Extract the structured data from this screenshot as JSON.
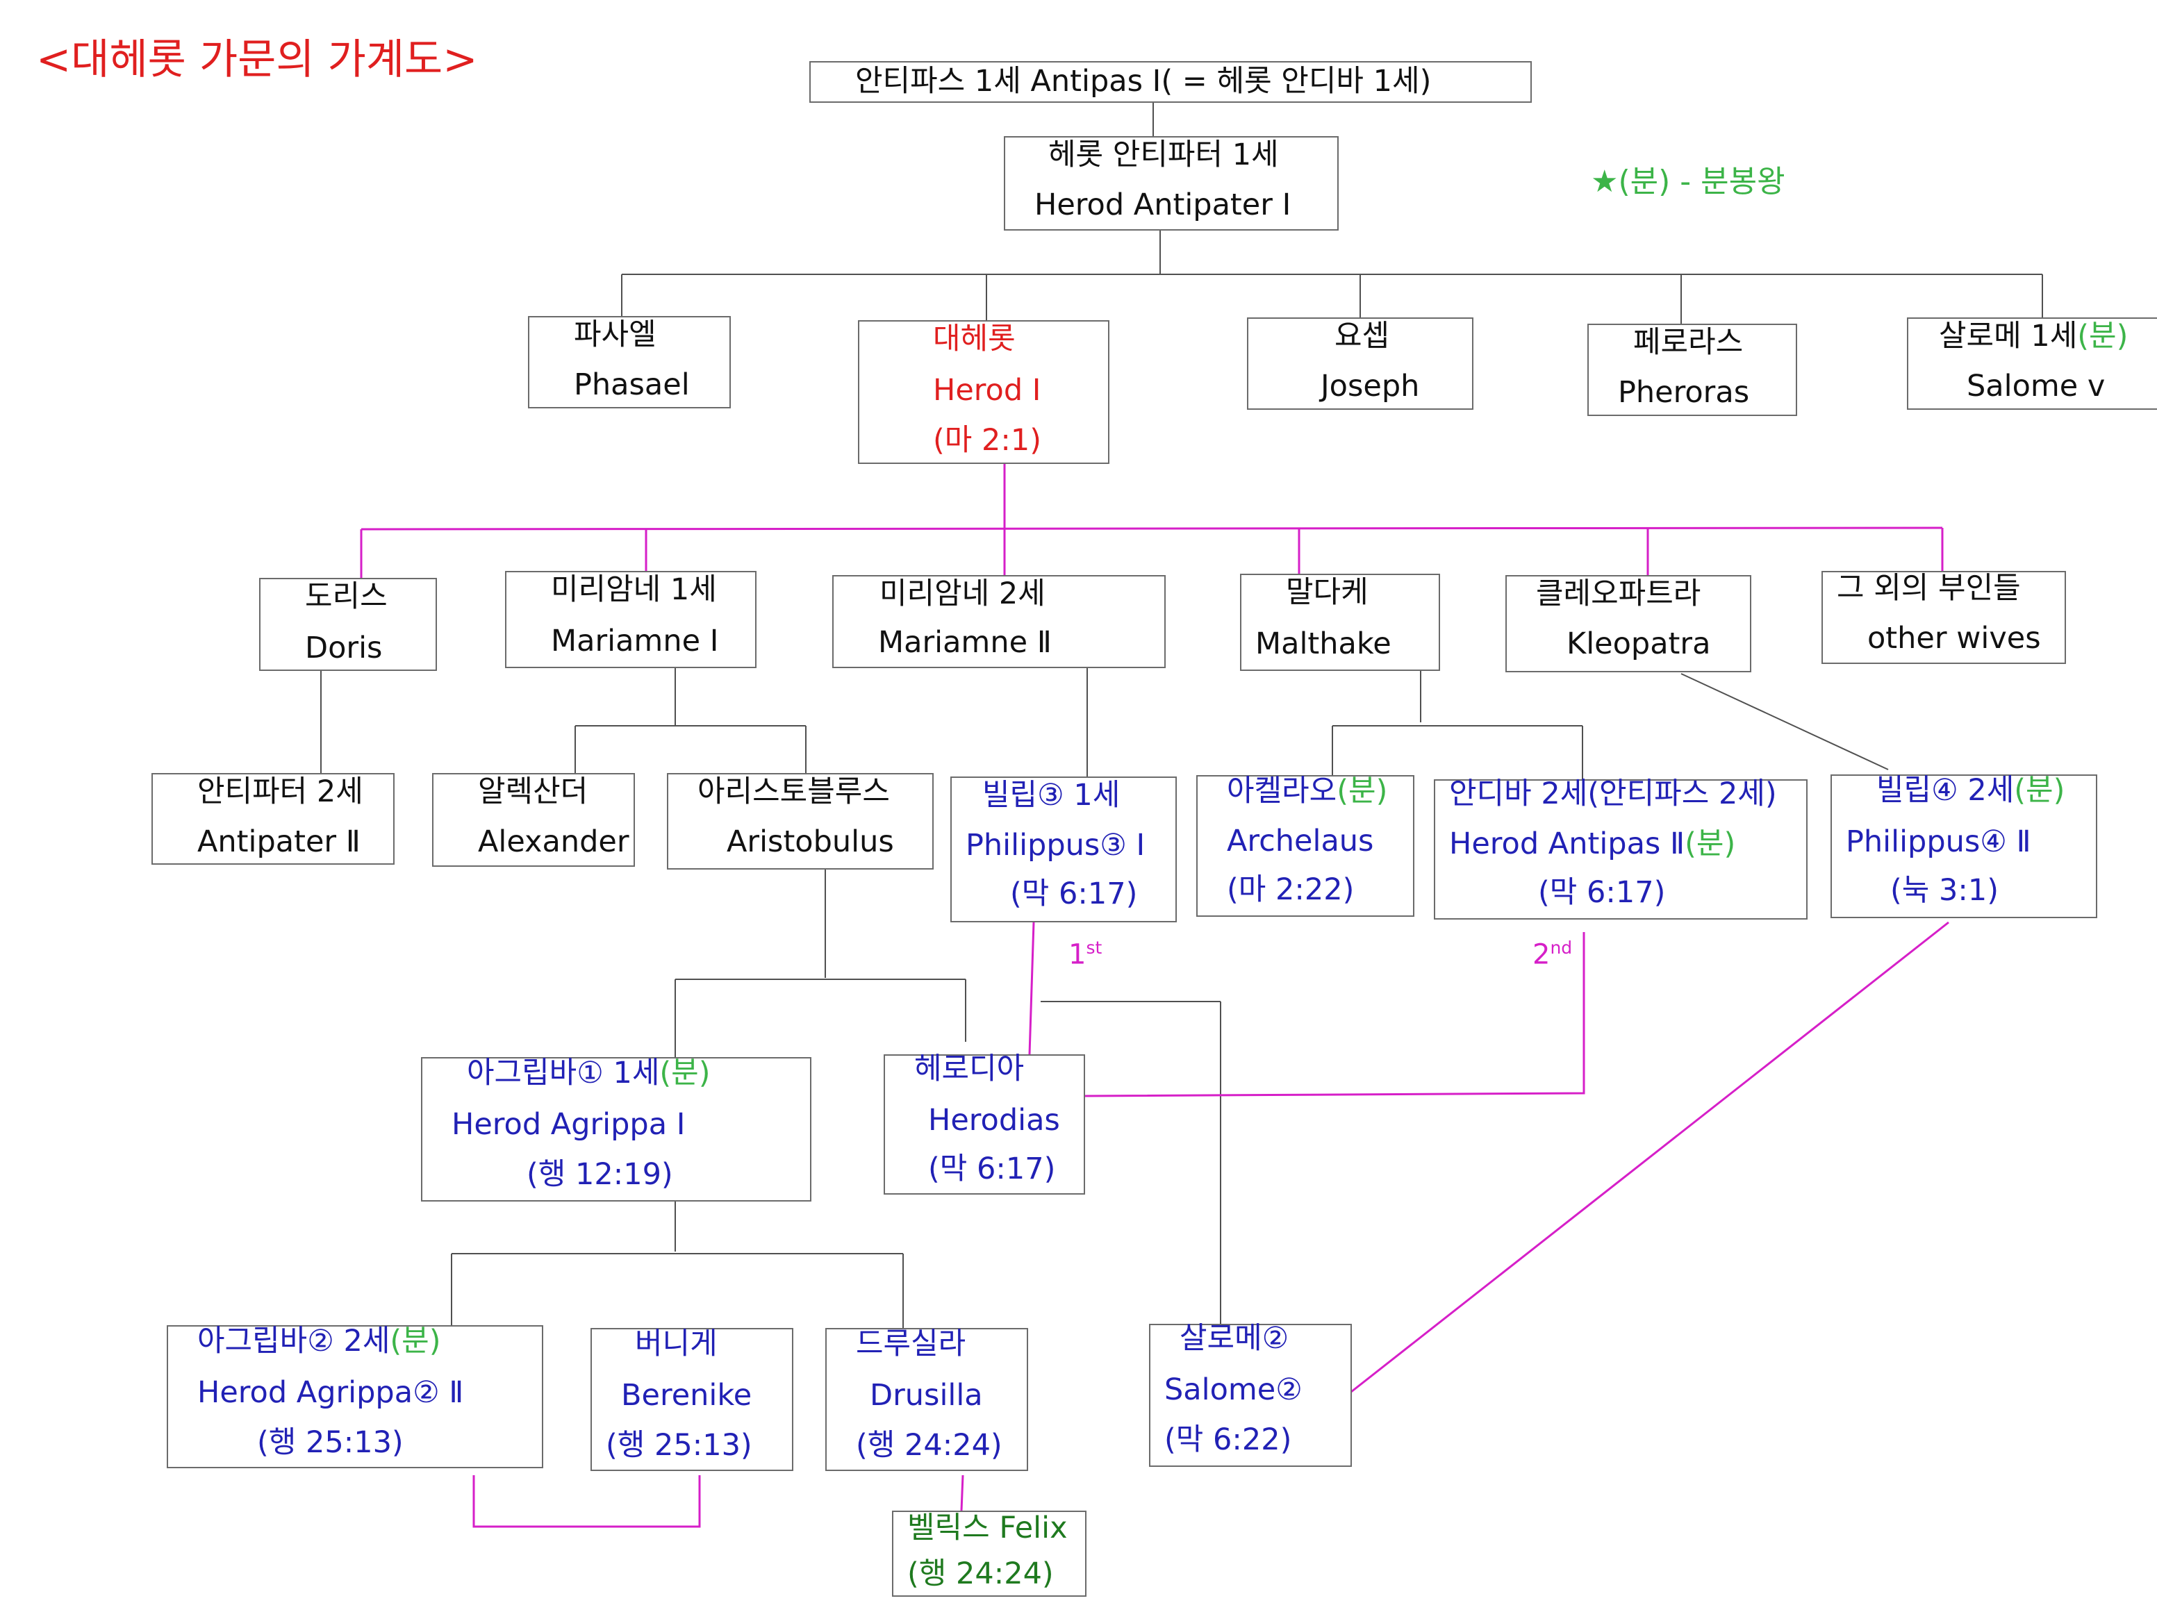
{
  "title": "<대헤롯 가문의 가계도>",
  "legend": "★(분) - 분봉왕",
  "marriage_notes": {
    "first": "1",
    "first_sup": "st",
    "second": "2",
    "second_sup": "nd"
  },
  "colors": {
    "title": "#e01f1f",
    "herod": "#e01f1f",
    "tetrarch_mark": "#3cb448",
    "descendant": "#2121b5",
    "felix": "#1f7a1f",
    "marriage_line": "#d61fc8",
    "line": "#505050"
  },
  "people": {
    "antipas1": {
      "l1": "안티파스 1세 Antipas Ⅰ( = 헤롯 안디바 1세)"
    },
    "antipater1": {
      "l1": "헤롯 안티파터 1세",
      "l2": "Herod Antipater Ⅰ"
    },
    "phasael": {
      "l1": "파사엘",
      "l2": "Phasael"
    },
    "herod1": {
      "l1": "대헤롯",
      "l2": "Herod Ⅰ",
      "l3": "(마 2:1)"
    },
    "joseph": {
      "l1": "요셉",
      "l2": "Joseph"
    },
    "pheroras": {
      "l1": "페로라스",
      "l2": "Pheroras"
    },
    "salome1": {
      "l1": "살로메 1세",
      "mark": "(분)",
      "l2": "Salome v"
    },
    "doris": {
      "l1": "도리스",
      "l2": "Doris"
    },
    "mariamne1": {
      "l1": "미리암네 1세",
      "l2": "Mariamne Ⅰ"
    },
    "mariamne2": {
      "l1": "미리암네 2세",
      "l2": "Mariamne Ⅱ"
    },
    "malthake": {
      "l1": "말다케",
      "l2": "Malthake"
    },
    "kleopatra": {
      "l1": "클레오파트라",
      "l2": "Kleopatra"
    },
    "otherwives": {
      "l1": "그 외의 부인들",
      "l2": "other wives"
    },
    "antipater2": {
      "l1": "안티파터 2세",
      "l2": "Antipater Ⅱ"
    },
    "alexander": {
      "l1": "알렉산더",
      "l2": "Alexander"
    },
    "aristobulus": {
      "l1": "아리스토블루스",
      "l2": "Aristobulus"
    },
    "philippus1": {
      "l1": "빌립③ 1세",
      "l2": "Philippus③ Ⅰ",
      "l3": "(막 6:17)"
    },
    "archelaus": {
      "l1": "아켈라오",
      "mark": "(분)",
      "l2": "Archelaus",
      "l3": "(마 2:22)"
    },
    "antipas2": {
      "l1": "안디바 2세(안티파스 2세)",
      "l2": "Herod Antipas Ⅱ",
      "mark": "(분)",
      "l3": "(막 6:17)"
    },
    "philippus2": {
      "l1": "빌립④ 2세",
      "mark": "(분)",
      "l2": "Philippus④ Ⅱ",
      "l3": "(눅 3:1)"
    },
    "agrippa1": {
      "l1": "아그립바① 1세",
      "mark": "(분)",
      "l2": "Herod Agrippa Ⅰ",
      "l3": "(행 12:19)"
    },
    "herodias": {
      "l1": "헤로디아",
      "l2": "Herodias",
      "l3": "(막 6:17)"
    },
    "agrippa2": {
      "l1": "아그립바② 2세",
      "mark": "(분)",
      "l2": "Herod Agrippa② Ⅱ",
      "l3": "(행 25:13)"
    },
    "berenike": {
      "l1": "버니게",
      "l2": "Berenike",
      "l3": "(행 25:13)"
    },
    "drusilla": {
      "l1": "드루실라",
      "l2": "Drusilla",
      "l3": "(행 24:24)"
    },
    "salome2": {
      "l1": "살로메②",
      "l2": "Salome②",
      "l3": "(막 6:22)"
    },
    "felix": {
      "l1": "벨릭스 Felix",
      "l2": "(행 24:24)"
    }
  }
}
